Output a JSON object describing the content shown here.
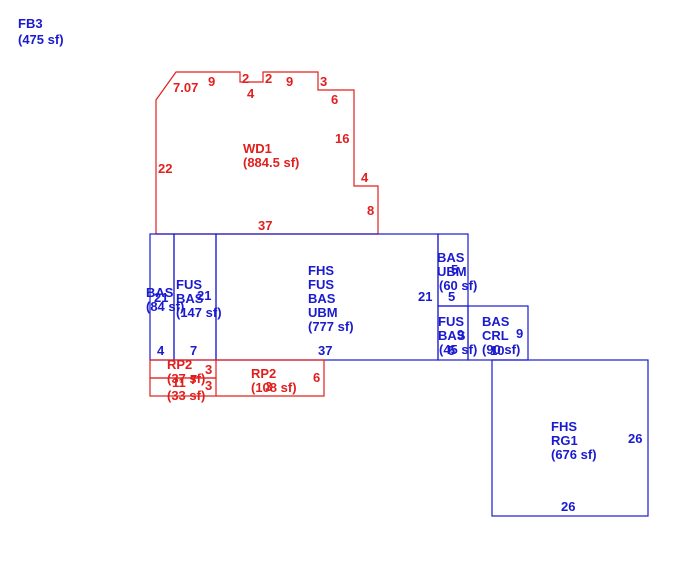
{
  "colors": {
    "red": "#e0201e",
    "blue": "#1a1ad0",
    "background": "#ffffff"
  },
  "header": {
    "code": "FB3",
    "area": "(475 sf)"
  },
  "areas": {
    "wd1": {
      "code": "WD1",
      "area": "(884.5 sf)"
    },
    "bas_left": {
      "code": "BAS",
      "area": "(84 sf)"
    },
    "fus_bas": {
      "line1": "FUS",
      "line2": "BAS",
      "area": "(147 sf)"
    },
    "main": {
      "line1": "FHS",
      "line2": "FUS",
      "line3": "BAS",
      "line4": "UBM",
      "area": "(777 sf)"
    },
    "bas_ubm": {
      "line1": "BAS",
      "line2": "UBM",
      "area": "(60 sf)"
    },
    "fus_bas_small": {
      "line1": "FUS",
      "line2": "BAS",
      "area": "(45 sf)"
    },
    "bas_crl": {
      "line1": "BAS",
      "line2": "CRL",
      "area": "(90 sf)"
    },
    "fhs_rg1": {
      "line1": "FHS",
      "line2": "RG1",
      "area": "(676 sf)"
    },
    "rp2_left": {
      "code": "RP2",
      "area": "(33 sf)"
    },
    "rp2_main": {
      "code": "RP2",
      "area": "(108 sf)"
    },
    "overlap_area": "(37 sf)"
  },
  "dimensions": {
    "wd1_707": "7.07",
    "wd1_9a": "9",
    "wd1_2a": "2",
    "wd1_4a": "4",
    "wd1_2b": "2",
    "wd1_9b": "9",
    "wd1_3": "3",
    "wd1_6": "6",
    "wd1_16": "16",
    "wd1_4b": "4",
    "wd1_8": "8",
    "wd1_22": "22",
    "wd1_37": "37",
    "bas_21": "21",
    "bas_4": "4",
    "bas_7": "7",
    "main_21": "21",
    "main_37": "37",
    "ubm_5": "5",
    "ubm_5b": "5",
    "small_9": "9",
    "small_5": "5",
    "crl_9": "9",
    "crl_10": "10",
    "rg1_26_right": "26",
    "rg1_26_bottom": "26",
    "rp_3a": "3",
    "rp_3b": "3",
    "rp_6": "6",
    "rp_11": "11",
    "rp_3c": "3",
    "rp_7": "7"
  }
}
